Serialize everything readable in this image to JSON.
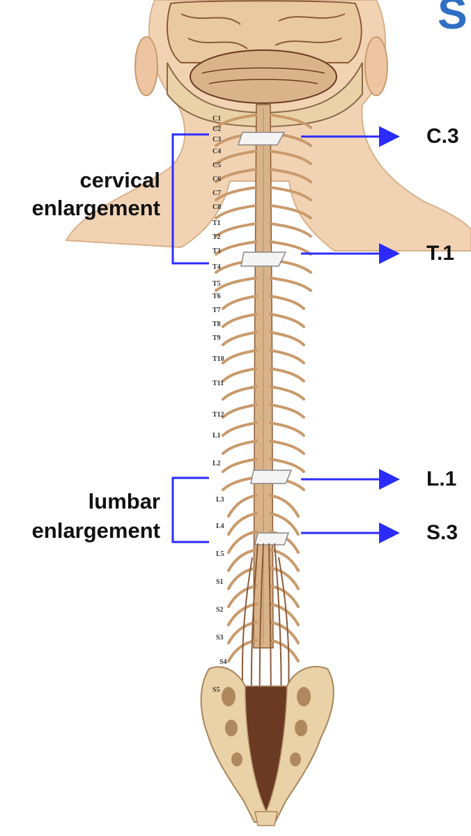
{
  "corner_glyph": "S",
  "left_labels": {
    "cervical_line1": "cervical",
    "cervical_line2": "enlargement",
    "lumbar_line1": "lumbar",
    "lumbar_line2": "enlargement"
  },
  "right_labels": {
    "c3": "C.3",
    "t1": "T.1",
    "l1": "L.1",
    "s3": "S.3"
  },
  "vertebra_labels": [
    "C1",
    "C2",
    "C3",
    "C4",
    "C5",
    "C6",
    "C7",
    "C8",
    "T1",
    "T2",
    "T3",
    "T4",
    "T5",
    "T6",
    "T7",
    "T8",
    "T9",
    "T10",
    "T11",
    "T12",
    "L1",
    "L2",
    "L3",
    "L4",
    "L5",
    "S1",
    "S2",
    "S3",
    "S4",
    "S5"
  ],
  "colors": {
    "arrow": "#2b2bff",
    "skin": "#f1d3b3",
    "bone": "#ead2a8",
    "cord": "#d9b48a",
    "nerve": "#c99a6c",
    "dark_tissue": "#6b3a22"
  }
}
